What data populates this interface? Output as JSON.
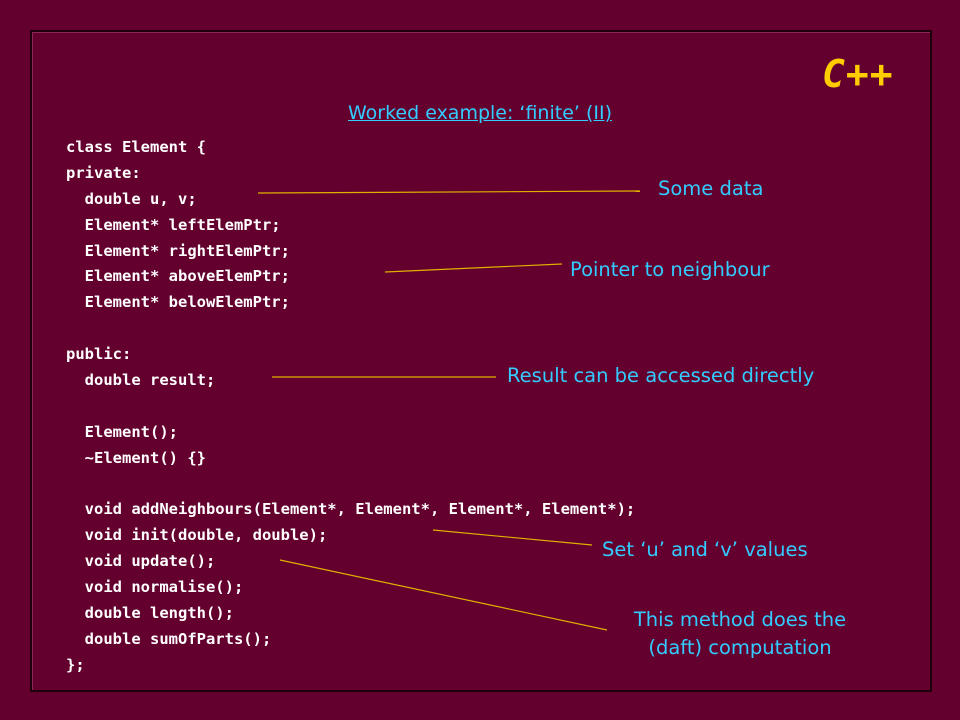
{
  "logo": "C++",
  "title": "Worked example: ‘finite’ (II)",
  "code_lines": [
    "class Element {",
    "private:",
    "  double u, v;",
    "  Element* leftElemPtr;",
    "  Element* rightElemPtr;",
    "  Element* aboveElemPtr;",
    "  Element* belowElemPtr;",
    "",
    "public:",
    "  double result;",
    "",
    "  Element();",
    "  ~Element() {}",
    "",
    "  void addNeighbours(Element*, Element*, Element*, Element*);",
    "  void init(double, double);",
    "  void update();",
    "  void normalise();",
    "  double length();",
    "  double sumOfParts();",
    "};"
  ],
  "annotations": {
    "some_data": "Some data",
    "pointer": "Pointer to neighbour",
    "result": "Result can be accessed directly",
    "set_uv": "Set ‘u’ and ‘v’ values",
    "method_line1": "This method does the",
    "method_line2": "(daft) computation"
  },
  "colors": {
    "background": "#63002e",
    "code": "#ffffff",
    "annotation": "#33ccff",
    "logo": "#ffcc00",
    "leader_line": "#e0b000"
  }
}
